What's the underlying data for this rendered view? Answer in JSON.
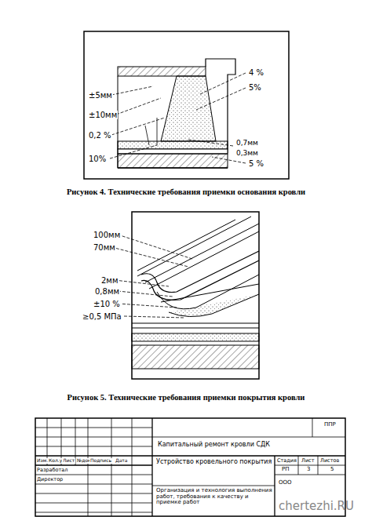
{
  "diagram": {
    "labels": [
      "±5мм",
      "±10мм",
      "0,2 %",
      "10%",
      "4 %",
      "5%",
      "0,7мм",
      "0,3мм",
      "5 %",
      "Рисунок 4. Технические требования приемки основания кровли",
      "100мм",
      "70мм",
      "2мм",
      "0,8мм",
      "±10 %",
      "≥0,5 МПа",
      "Рисунок 5. Технические требования приемки покрытия кровли",
      "ППР",
      "Капитальный ремонт кровли СДК",
      "Изм.",
      "Кол.уч",
      "Лист",
      "№док",
      "Подпись",
      "Дата",
      "Разработал",
      "Директор",
      "Устройство кровельного покрытия",
      "Стадия",
      "Лист",
      "Листов",
      "РП",
      "3",
      "5",
      "Организация и технология выполнения работ, требования к качеству и приемке работ",
      "ООО",
      "chertezhi.RU"
    ]
  }
}
